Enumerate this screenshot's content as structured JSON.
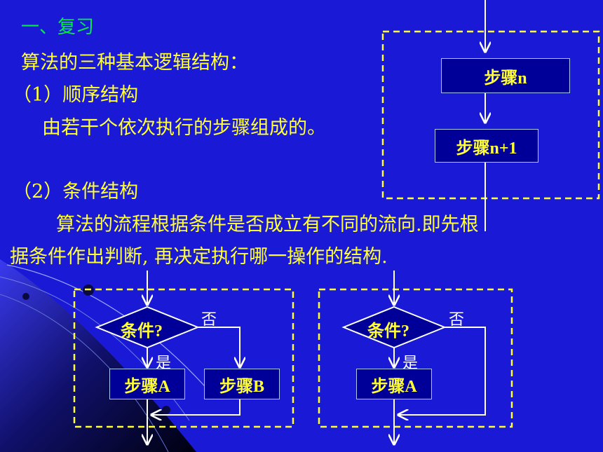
{
  "heading": "一、复习",
  "intro": "算法的三种基本逻辑结构：",
  "sequence": {
    "title": "（1）顺序结构",
    "desc": "由若干个依次执行的步骤组成的。",
    "step1": "步骤n",
    "step2": "步骤n+1"
  },
  "conditional": {
    "title": "（2）条件结构",
    "desc_line1": "算法的流程根据条件是否成立有不同的流向.即先根",
    "desc_line2": "据条件作出判断, 再决定执行哪一操作的结构."
  },
  "diagram_left": {
    "condition": "条件?",
    "no_label": "否",
    "yes_label": "是",
    "step_a": "步骤A",
    "step_b": "步骤B"
  },
  "diagram_right": {
    "condition": "条件?",
    "no_label": "否",
    "yes_label": "是",
    "step_a": "步骤A"
  },
  "colors": {
    "background": "#1a1ad6",
    "heading": "#00ee44",
    "body_text": "#ffff33",
    "box_fill": "#000099",
    "dashed_frame": "#ffff33"
  }
}
